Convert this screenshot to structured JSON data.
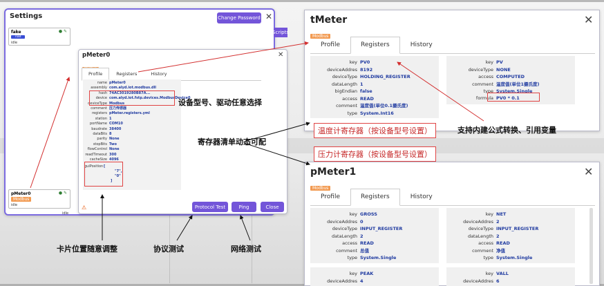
{
  "settings": {
    "title": "Settings",
    "change_password": "Change Password",
    "script_btn": "Scripts",
    "card_fake": {
      "name": "fake",
      "badge": "nad",
      "status": "idle"
    },
    "card_pmeter": {
      "name": "pMeter0",
      "badge": "Modbus",
      "status": "idle",
      "status2": "idle"
    }
  },
  "pmeter0": {
    "title": "pMeter0",
    "badge": "Modbus",
    "tabs": [
      "Profile",
      "Registers",
      "History"
    ],
    "fields": [
      {
        "k": "name",
        "v": "pMeter0"
      },
      {
        "k": "assembly",
        "v": "com.alyd.iot.modbus.dll"
      },
      {
        "k": "hash",
        "v": "74AC3019280B87A..."
      },
      {
        "k": "device",
        "v": "com.alyd.iot.fstp.devices.ModbusDevice0"
      },
      {
        "k": "deviceType",
        "v": "Modbus"
      },
      {
        "k": "comment",
        "v": "压力传感器"
      },
      {
        "k": "registers",
        "v": "pMeter.registers.yml"
      },
      {
        "k": "station",
        "v": "1"
      },
      {
        "k": "portName",
        "v": "COM10"
      },
      {
        "k": "baudrate",
        "v": "38400"
      },
      {
        "k": "dataBits",
        "v": "8"
      },
      {
        "k": "parity",
        "v": "None"
      },
      {
        "k": "stopBits",
        "v": "Two"
      },
      {
        "k": "flowControl",
        "v": "None"
      },
      {
        "k": "readTimeout",
        "v": "300"
      },
      {
        "k": "cacheSize",
        "v": "4096"
      }
    ],
    "gui_key": "guiPosition",
    "gui_lines": [
      "[",
      "\"7\",",
      "\"0\"",
      "]"
    ],
    "warning_icon": "warning-icon",
    "buttons": {
      "protocol": "Protocol Test",
      "ping": "Ping",
      "close": "Close"
    }
  },
  "tmeter": {
    "title": "tMeter",
    "badge": "Modbus",
    "tabs": [
      "Profile",
      "Registers",
      "History"
    ],
    "reg1": [
      {
        "k": "key",
        "v": "PV0"
      },
      {
        "k": "deviceAddres",
        "v": "8192"
      },
      {
        "k": "deviceType",
        "v": "HOLDING_REGISTER"
      },
      {
        "k": "dataLength",
        "v": "1"
      },
      {
        "k": "bigEndian",
        "v": "false"
      },
      {
        "k": "access",
        "v": "READ"
      },
      {
        "k": "comment",
        "v": "温度值(单位0.1摄氏度)"
      },
      {
        "k": "type",
        "v": "System.Int16"
      }
    ],
    "reg2": [
      {
        "k": "key",
        "v": "PV"
      },
      {
        "k": "deviceType",
        "v": "NONE"
      },
      {
        "k": "access",
        "v": "COMPUTED"
      },
      {
        "k": "comment",
        "v": "温度值(单位1摄氏度)"
      },
      {
        "k": "type",
        "v": "System.Single"
      }
    ],
    "formula_key": "formula",
    "formula_val": "PV0 * 0.1"
  },
  "pmeter1": {
    "title": "pMeter1",
    "badge": "Modbus",
    "tabs": [
      "Profile",
      "Registers",
      "History"
    ],
    "reg1": [
      {
        "k": "key",
        "v": "GROSS"
      },
      {
        "k": "deviceAddres",
        "v": "0"
      },
      {
        "k": "deviceType",
        "v": "INPUT_REGISTER"
      },
      {
        "k": "dataLength",
        "v": "2"
      },
      {
        "k": "access",
        "v": "READ"
      },
      {
        "k": "comment",
        "v": "总值"
      },
      {
        "k": "type",
        "v": "System.Single"
      }
    ],
    "reg2": [
      {
        "k": "key",
        "v": "NET"
      },
      {
        "k": "deviceAddres",
        "v": "2"
      },
      {
        "k": "deviceType",
        "v": "INPUT_REGISTER"
      },
      {
        "k": "dataLength",
        "v": "2"
      },
      {
        "k": "access",
        "v": "READ"
      },
      {
        "k": "comment",
        "v": "净值"
      },
      {
        "k": "type",
        "v": "System.Single"
      }
    ],
    "reg3": [
      {
        "k": "key",
        "v": "PEAK"
      },
      {
        "k": "deviceAddres",
        "v": "4"
      }
    ],
    "reg4": [
      {
        "k": "key",
        "v": "VALL"
      },
      {
        "k": "deviceAddres",
        "v": "6"
      }
    ]
  },
  "annotations": {
    "device_select": "设备型号、驱动任意选择",
    "register_dynamic": "寄存器清单动态可配",
    "temp_reg": "温度计寄存器（按设备型号设置）",
    "pressure_reg": "压力计寄存器（按设备型号设置）",
    "formula_support": "支持内建公式转换、引用变量",
    "card_position": "卡片位置随意调整",
    "protocol_test": "协议测试",
    "network_test": "网络测试"
  },
  "icons": {
    "close": "close-icon",
    "gear": "gear-icon",
    "add": "plus-icon",
    "warning": "warning-icon",
    "modbus": "modbus-icon"
  }
}
